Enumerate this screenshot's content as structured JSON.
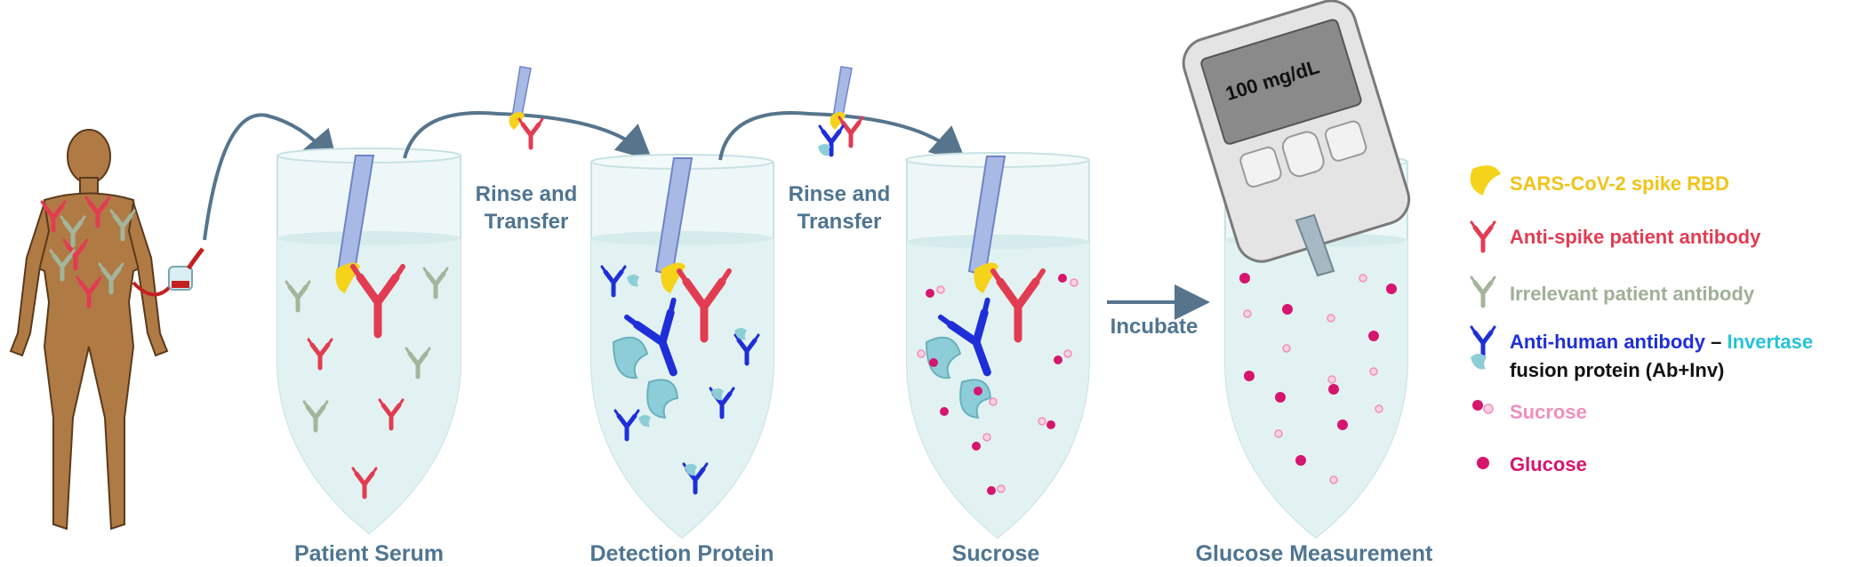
{
  "tubes": {
    "t1": "Patient Serum",
    "t2": "Detection Protein",
    "t3": "Sucrose",
    "t4": "Glucose Measurement"
  },
  "steps": {
    "rinse1_line1": "Rinse and",
    "rinse1_line2": "Transfer",
    "rinse2_line1": "Rinse and",
    "rinse2_line2": "Transfer",
    "incubate": "Incubate"
  },
  "meter": {
    "reading": "100 mg/dL"
  },
  "legend": {
    "rbd": "SARS-CoV-2 spike RBD",
    "anti_spike": "Anti-spike patient antibody",
    "irrelevant": "Irrelevant patient antibody",
    "anti_human": "Anti-human antibody",
    "dash": " – ",
    "invertase": "Invertase",
    "fusion": "fusion protein (Ab+Inv)",
    "sucrose": "Sucrose",
    "glucose": "Glucose"
  },
  "colors": {
    "skin": "#b07a45",
    "tube_fill": "#e6f4f4",
    "arrow": "#56758d",
    "rbd": "#f5d31b",
    "anti_spike": "#e23c52",
    "irrelevant": "#a3b59a",
    "anti_human": "#1f2fd8",
    "invertase": "#8ccdd8",
    "sucrose": "#f08fbd",
    "glucose": "#d6156f",
    "label_blue": "#4f7591"
  }
}
